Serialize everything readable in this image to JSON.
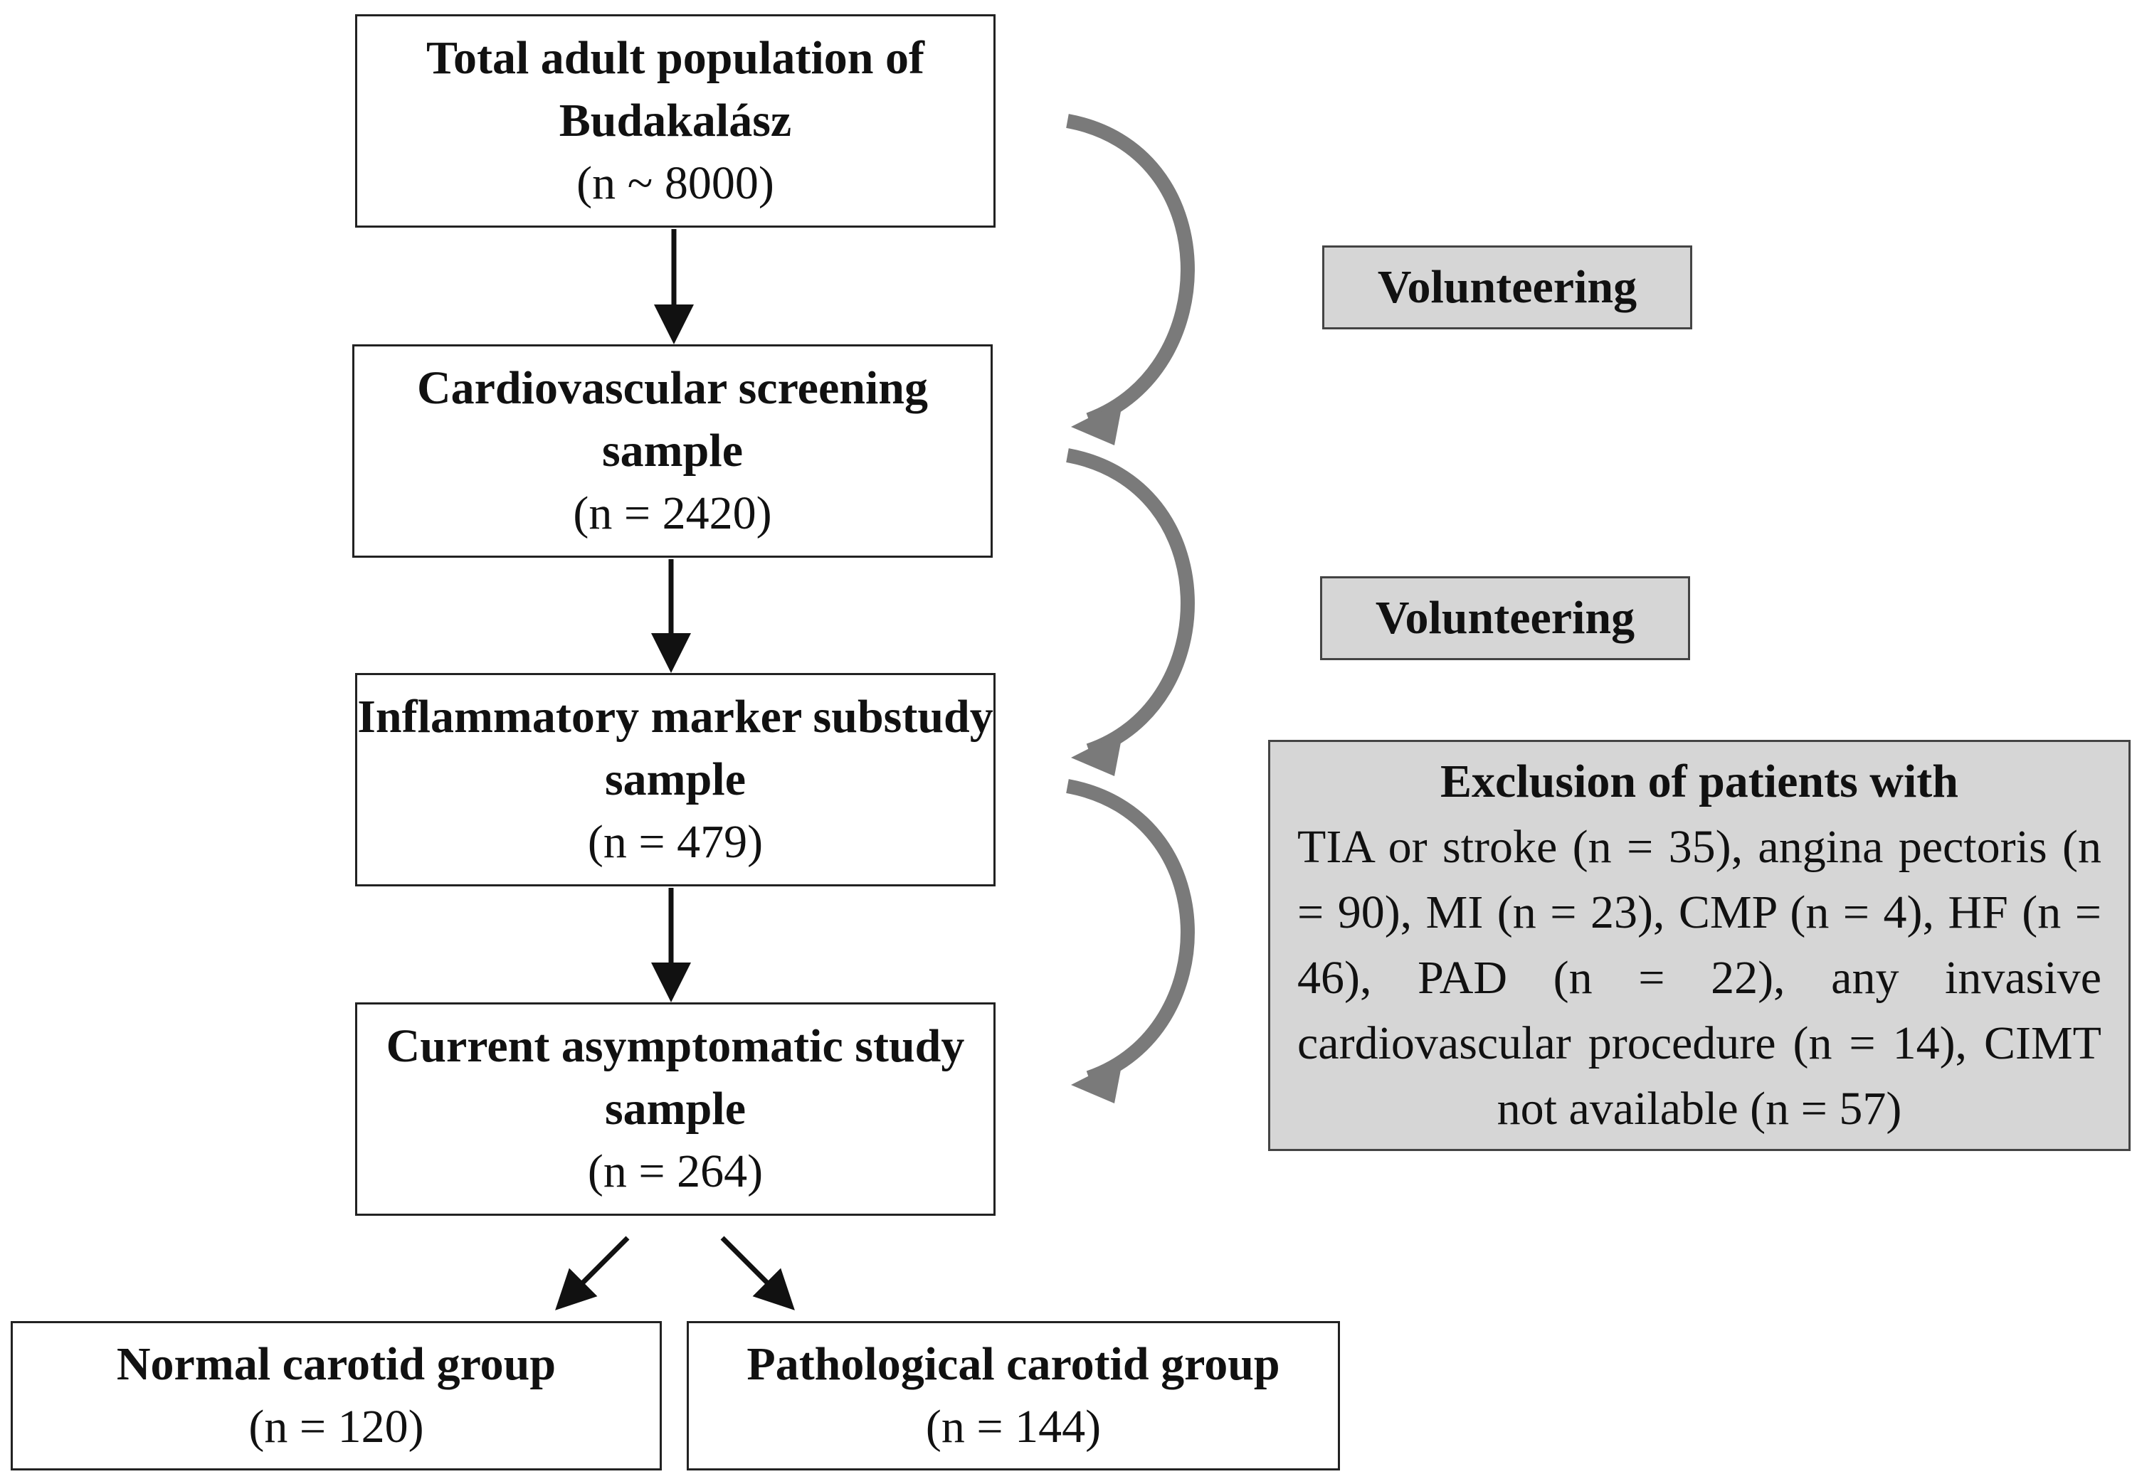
{
  "steps": [
    {
      "title": "Total adult population of Budakalász",
      "count": "(n ~ 8000)"
    },
    {
      "title": "Cardiovascular screening sample",
      "count": "(n = 2420)"
    },
    {
      "title": "Inflammatory marker substudy sample",
      "count": "(n = 479)"
    },
    {
      "title": "Current asymptomatic study sample",
      "count": "(n = 264)"
    }
  ],
  "groups": [
    {
      "title": "Normal carotid group",
      "count": "(n = 120)"
    },
    {
      "title": "Pathological carotid group",
      "count": "(n = 144)"
    }
  ],
  "side_labels": {
    "volunteering_1": "Volunteering",
    "volunteering_2": "Volunteering"
  },
  "exclusion": {
    "title": "Exclusion of patients with",
    "body": "TIA or stroke (n = 35), angina pectoris (n = 90), MI (n = 23), CMP (n = 4), HF (n = 46), PAD (n = 22), any invasive cardiovascular procedure (n = 14), CIMT not available (n = 57)"
  },
  "colors": {
    "box_border": "#222222",
    "label_fill": "#d6d6d6",
    "curved_arrow": "#7a7a7a",
    "straight_arrow": "#111111"
  }
}
